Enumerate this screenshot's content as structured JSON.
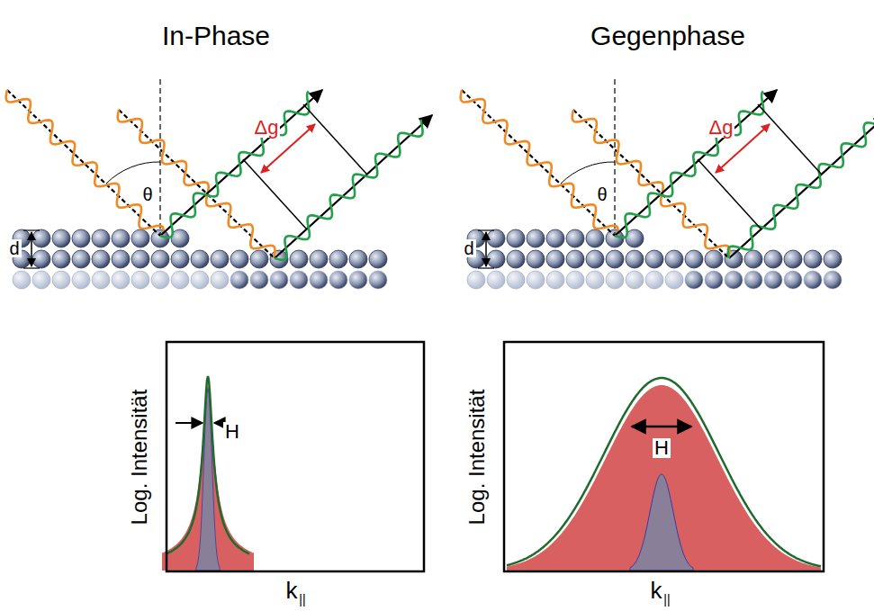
{
  "diagram": {
    "labels": [
      "In-Phase",
      "Gegenphase",
      "θ",
      "Δg",
      "d",
      "H",
      "Log. Intensität",
      "k",
      "||",
      "θ",
      "Δg",
      "d",
      "H",
      "Log. Intensität",
      "k",
      "||"
    ]
  }
}
